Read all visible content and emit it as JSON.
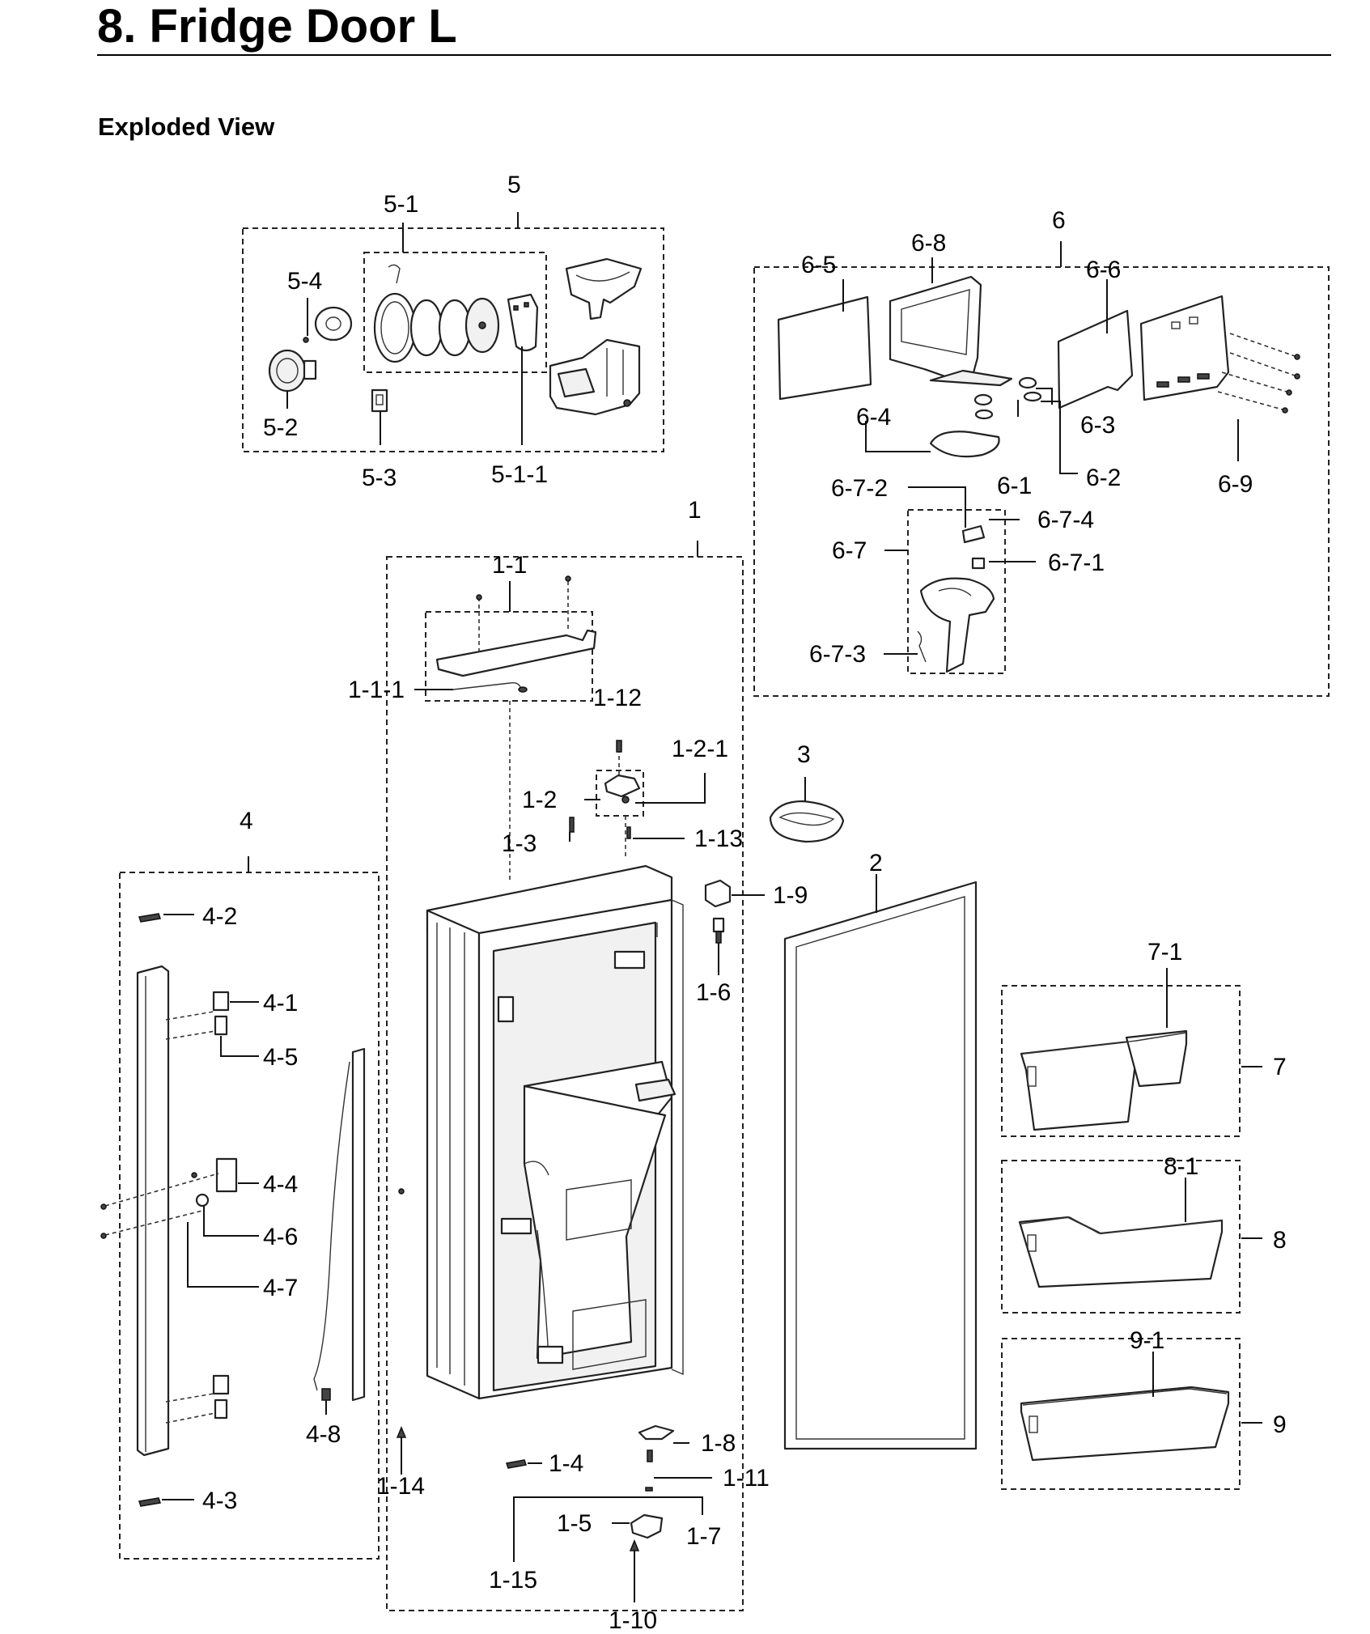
{
  "header": {
    "title": "8.  Fridge Door L",
    "subtitle": "Exploded View"
  },
  "callouts": {
    "c5": "5",
    "c5_1": "5-1",
    "c5_4": "5-4",
    "c5_2": "5-2",
    "c5_3": "5-3",
    "c5_1_1": "5-1-1",
    "c6": "6",
    "c6_8": "6-8",
    "c6_5": "6-5",
    "c6_6": "6-6",
    "c6_4": "6-4",
    "c6_3": "6-3",
    "c6_1": "6-1",
    "c6_2": "6-2",
    "c6_9": "6-9",
    "c6_7_2": "6-7-2",
    "c6_7_4": "6-7-4",
    "c6_7": "6-7",
    "c6_7_1": "6-7-1",
    "c6_7_3": "6-7-3",
    "c1": "1",
    "c1_1": "1-1",
    "c1_1_1": "1-1-1",
    "c1_12": "1-12",
    "c1_2_1": "1-2-1",
    "c1_2": "1-2",
    "c1_3": "1-3",
    "c1_13": "1-13",
    "c1_9": "1-9",
    "c1_6": "1-6",
    "c1_8": "1-8",
    "c1_4": "1-4",
    "c1_11": "1-11",
    "c1_14": "1-14",
    "c1_5": "1-5",
    "c1_7": "1-7",
    "c1_15": "1-15",
    "c1_10": "1-10",
    "c2": "2",
    "c3": "3",
    "c4": "4",
    "c4_2": "4-2",
    "c4_1": "4-1",
    "c4_5": "4-5",
    "c4_4": "4-4",
    "c4_6": "4-6",
    "c4_7": "4-7",
    "c4_8": "4-8",
    "c4_3": "4-3",
    "c7": "7",
    "c7_1": "7-1",
    "c8": "8",
    "c8_1": "8-1",
    "c9": "9",
    "c9_1": "9-1"
  }
}
